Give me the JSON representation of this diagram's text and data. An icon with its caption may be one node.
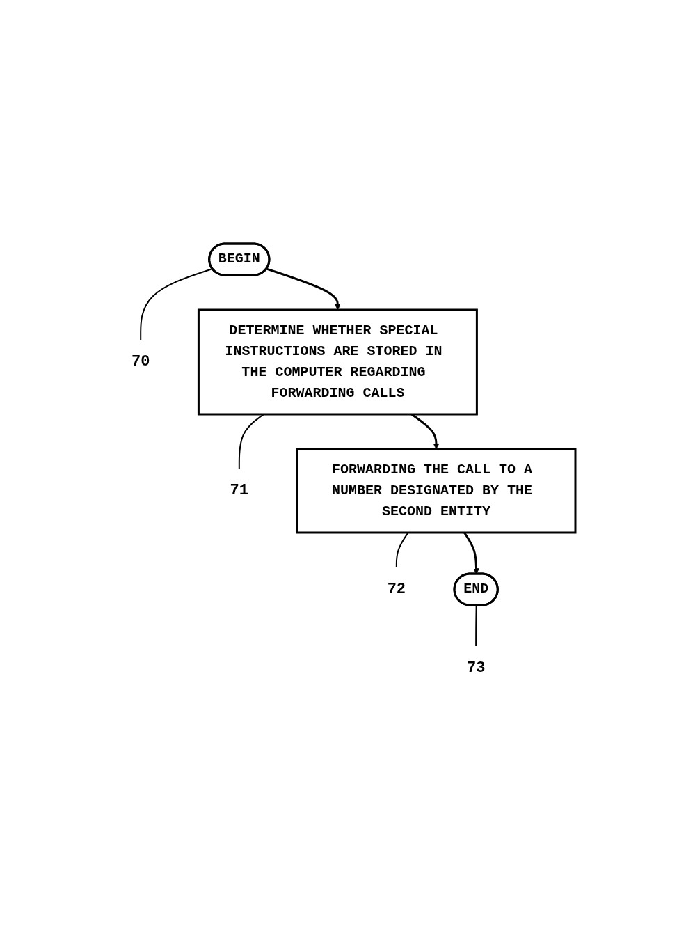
{
  "diagram": {
    "nodes": [
      {
        "text": [
          "BEGIN"
        ]
      },
      {
        "text": [
          "70"
        ]
      },
      {
        "text": [
          "DETERMINE WHETHER SPECIAL INSTRUCTIONS ARE STORED IN THE COMPUTER REGARDING FORWARDING CALLS"
        ]
      },
      {
        "text": [
          "71"
        ]
      },
      {
        "text": [
          "FORWARDING THE CALL TO A NUMBER DESIGNATED BY THE SECOND ENTITY"
        ]
      },
      {
        "text": [
          "72"
        ]
      },
      {
        "text": [
          "END"
        ]
      },
      {
        "text": [
          "73"
        ]
      }
    ],
    "edges": [
      {
        "from": 0,
        "to": 2,
        "arrow": "to"
      },
      {
        "from": 2,
        "to": 4,
        "arrow": "to"
      },
      {
        "from": 4,
        "to": 6,
        "arrow": "to"
      },
      {
        "from": 0,
        "to": 1,
        "arrow": "none"
      },
      {
        "from": 2,
        "to": 3,
        "arrow": "none"
      },
      {
        "from": 4,
        "to": 5,
        "arrow": "none"
      },
      {
        "from": 6,
        "to": 7,
        "arrow": "none"
      }
    ]
  }
}
